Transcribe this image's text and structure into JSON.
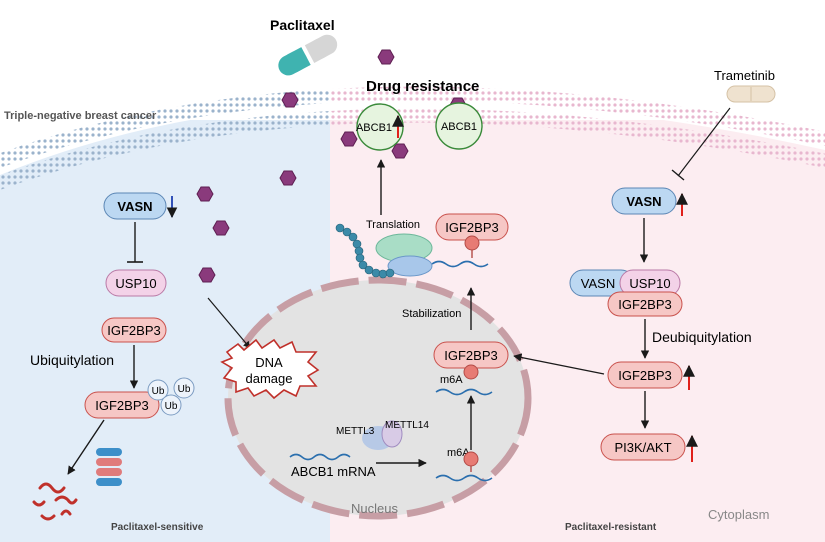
{
  "title": {
    "drug": "Paclitaxel",
    "resistance": "Drug resistance",
    "cell_type": "Triple-negative breast cancer",
    "trametinib": "Trametinib"
  },
  "left_panel": {
    "footer": "Paclitaxel-sensitive",
    "vasn": "VASN",
    "usp10": "USP10",
    "igf2bp3": "IGF2BP3",
    "ubiquitylation": "Ubiquitylation",
    "igf2bp3_ub": "IGF2BP3",
    "ub_labels": [
      "Ub",
      "Ub",
      "Ub"
    ],
    "dna_damage": [
      "DNA",
      "damage"
    ]
  },
  "nucleus": {
    "label": "Nucleus",
    "mettl3": "METTL3",
    "mettl14": "METTL14",
    "abcb1_mrna": "ABCB1 mRNA",
    "m6a_lower": "m6A",
    "m6a_upper": "m6A",
    "igf2bp3": "IGF2BP3"
  },
  "center": {
    "translation": "Translation",
    "stabilization": "Stabilization",
    "igf2bp3_top": "IGF2BP3",
    "abcb1_a": "ABCB1",
    "abcb1_b": "ABCB1"
  },
  "right_panel": {
    "footer": "Paclitaxel-resistant",
    "cytoplasm": "Cytoplasm",
    "vasn": "VASN",
    "complex_vasn": "VASN",
    "complex_usp10": "USP10",
    "complex_igf2bp3": "IGF2BP3",
    "deubiquitylation": "Deubiquitylation",
    "igf2bp3": "IGF2BP3",
    "pi3k": "PI3K/AKT"
  },
  "colors": {
    "left_bg": "#e2edf8",
    "right_bg": "#fcedf1",
    "igf_fill": "#f6c7c5",
    "igf_stroke": "#c9514c",
    "vasn_fill": "#bcd8f2",
    "usp_fill": "#f3d2e8",
    "up_arrow": "#e0201b",
    "down_arrow": "#1f3fb0",
    "drug": "#7a2e6c"
  }
}
